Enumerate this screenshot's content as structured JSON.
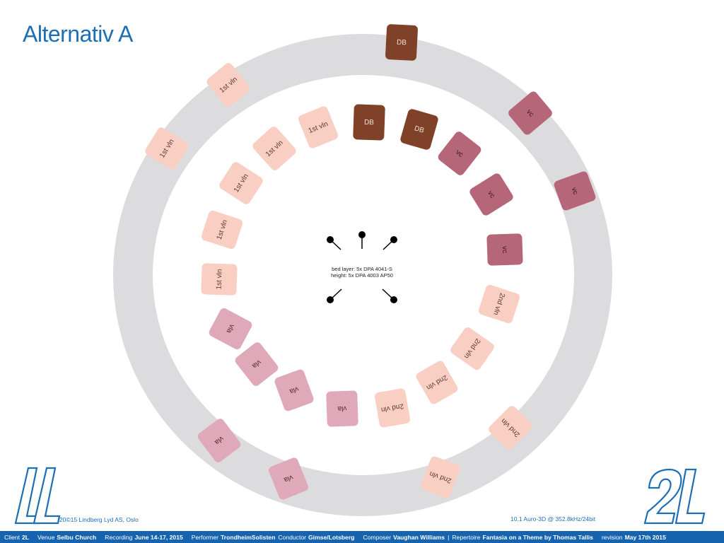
{
  "title": "Alternativ A",
  "section_labels": {
    "first_violin": "1st vln",
    "second_violin": "2nd vln",
    "viola": "vla",
    "cello": "vc",
    "double_bass": "DB"
  },
  "mic_setup": {
    "line1": "bed layer: 5x DPA 4041-S",
    "line2": "height: 5x DPA 4003 AP50"
  },
  "copyright": "20©15 Lindberg Lyd AS, Oslo",
  "format": "10.1 Auro-3D @ 352.8kHz/24bit",
  "footer": {
    "client_label": "Client",
    "client": "2L",
    "venue_label": "Venue",
    "venue": "Selbu Church",
    "recording_label": "Recording",
    "recording": "June 14-17, 2015",
    "performer_label": "Performer",
    "performer": "TrondheimSolisten",
    "conductor_label": "Conductor",
    "conductor": "Gimse/Lotsberg",
    "composer_label": "Composer",
    "composer": "Vaughan Williams",
    "separator": "|",
    "repertoire_label": "Repertoire",
    "repertoire": "Fantasia on a Theme by Thomas Tallis",
    "revision_label": "revision",
    "revision": "May 17th 2015"
  },
  "colors": {
    "brand_blue": "#1d6fb5",
    "footer_blue": "#1664b0",
    "ring_gray": "#dcdcde",
    "violin": "#f8cfc2",
    "viola": "#e0a9ba",
    "cello": "#b56679",
    "double_bass": "#7f4127"
  }
}
